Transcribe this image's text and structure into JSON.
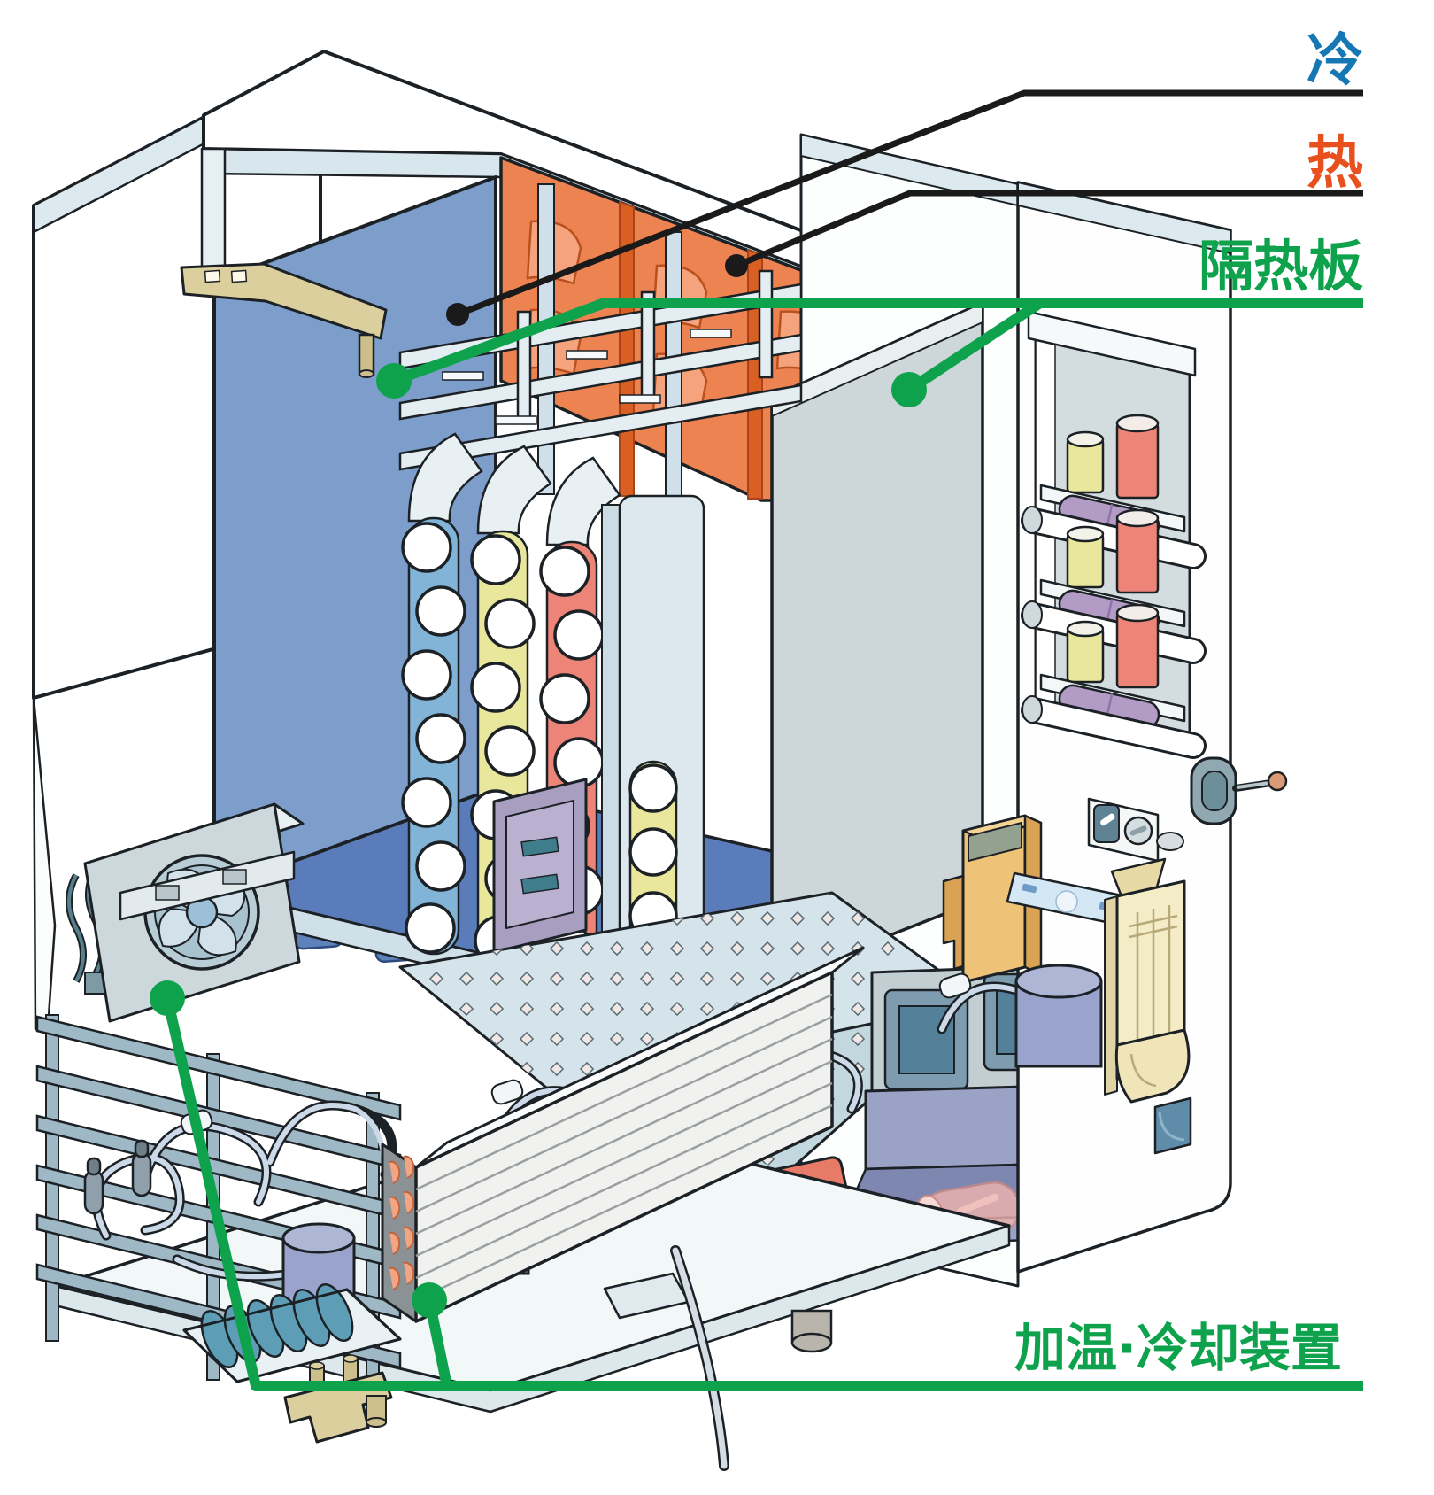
{
  "diagram_type": "isometric-cutaway-illustration",
  "labels": {
    "cold": {
      "text": "冷",
      "color": "#1577b4"
    },
    "hot": {
      "text": "热",
      "color": "#e8511d"
    },
    "insulation": {
      "text": "隔热板",
      "color": "#0ea24d"
    },
    "unit": {
      "text": "加温·冷却装置",
      "color": "#0ea24d"
    }
  },
  "callouts": {
    "cold": {
      "line_color": "#1a1a1a",
      "dot_color": "#1a1a1a",
      "points_to": "cold-compartment-wall"
    },
    "hot": {
      "line_color": "#1a1a1a",
      "dot_color": "#1a1a1a",
      "points_to": "hot-compartment"
    },
    "insulation": {
      "line_color": "#0ea24d",
      "dot_color": "#0ea24d",
      "points_to": [
        "cold-wall-panel",
        "insulation-panel"
      ]
    },
    "unit": {
      "line_color": "#0ea24d",
      "dot_color": "#0ea24d",
      "points_to": [
        "evaporator-fan-unit",
        "condenser-unit"
      ]
    }
  },
  "palette": {
    "outline": "#1c2126",
    "cold_wall_blue": "#7d9ecb",
    "floor_blue": "#5b7cba",
    "hot_zone_orange": "#ee8352",
    "hot_zone_dark": "#d95f23",
    "rack_light": "#e3edf2",
    "insulation_gray": "#cdd6d9",
    "can_yellow": "#e9e79b",
    "can_red": "#ec8577",
    "can_blue": "#82b4d8",
    "can_purple": "#b29cc6",
    "compressor_lavender": "#9aa3cb",
    "condenser_fin_salmon": "#f2a583",
    "coil_teal": "#5e9db6",
    "bill_box_orange": "#eec277",
    "coin_chute_cream": "#f3ecc6",
    "banknote_blue": "#d4e7f4",
    "hinge_tan": "#dccf9e",
    "delivery_tray_violet": "#9aa2c6",
    "edge_lightblue": "#d8e7ee"
  }
}
